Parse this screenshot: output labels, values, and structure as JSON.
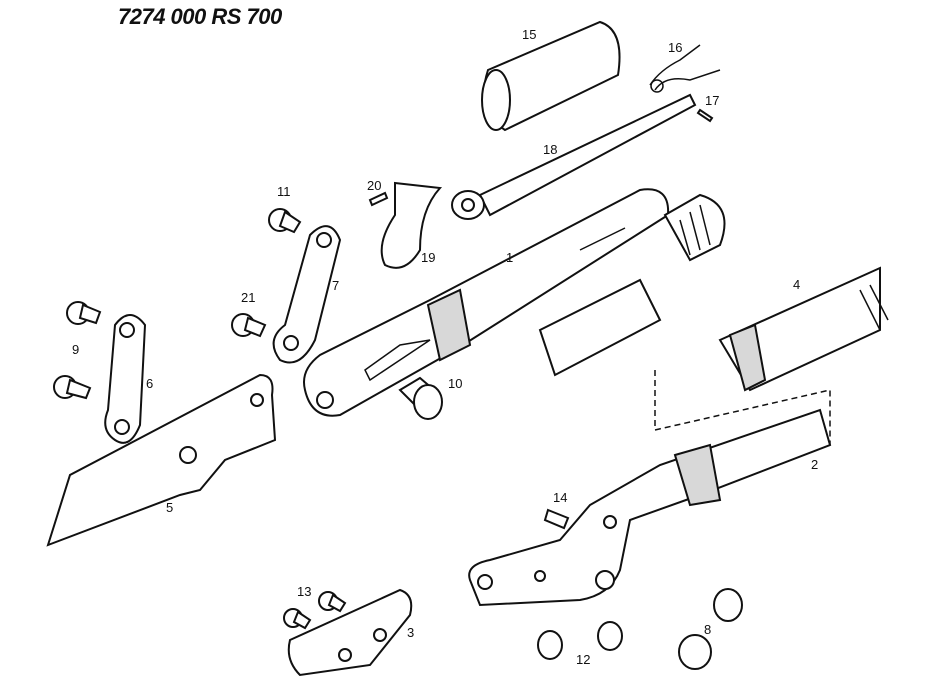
{
  "title": "7274 000  RS 700",
  "part_labels": {
    "p1": "1",
    "p2": "2",
    "p3": "3",
    "p4": "4",
    "p5": "5",
    "p6": "6",
    "p7": "7",
    "p8": "8",
    "p9": "9",
    "p10": "10",
    "p11": "11",
    "p12": "12",
    "p13": "13",
    "p14": "14",
    "p15": "15",
    "p16": "16",
    "p17": "17",
    "p18": "18",
    "p19": "19",
    "p20": "20",
    "p21": "21"
  }
}
